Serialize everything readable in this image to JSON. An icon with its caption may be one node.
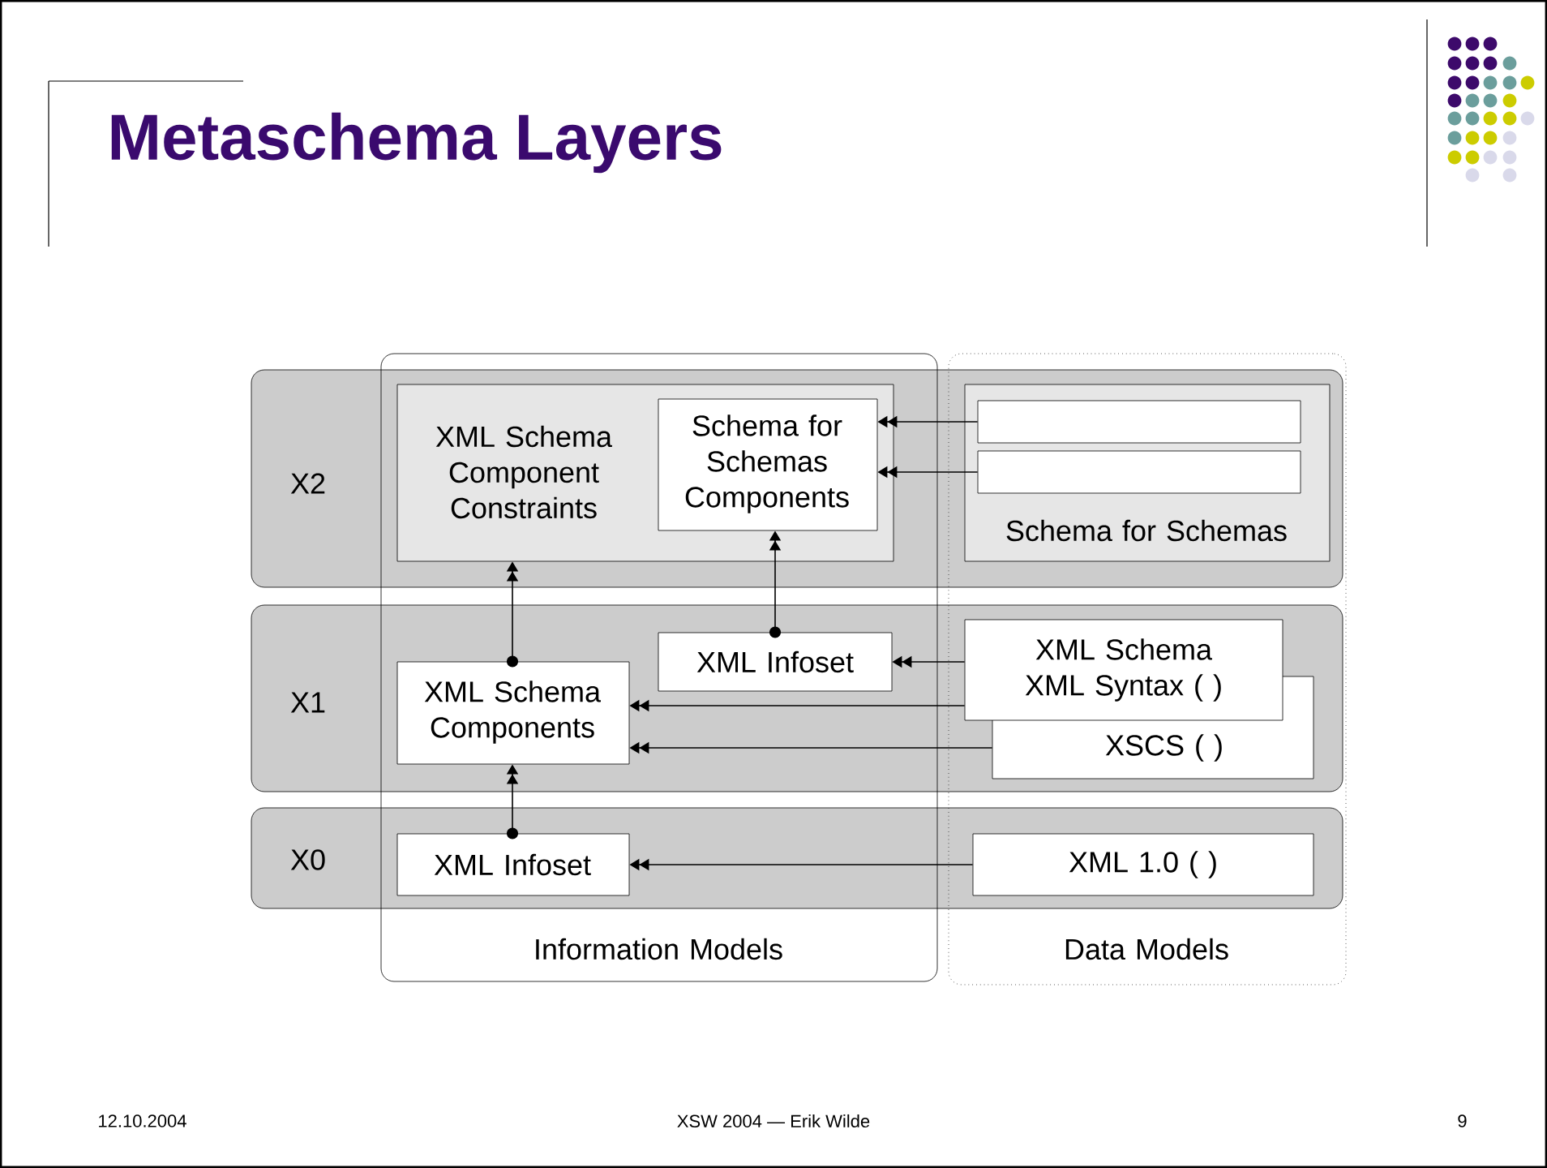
{
  "diagram": {
    "title": "Metaschema Layers",
    "nodes": [
      {
        "text": [
          "Information Models"
        ]
      },
      {
        "text": [
          "XML Schema Component Constraints"
        ],
        "in": 0
      },
      {
        "text": [
          "Schema for Schemas Components"
        ],
        "in": 1
      },
      {
        "text": [
          "XML Infoset"
        ],
        "in": 0
      },
      {
        "text": [
          "XML Schema Components"
        ],
        "in": 0
      },
      {
        "text": [
          "XML Infoset"
        ],
        "in": 0
      },
      {
        "text": [
          "Data Models"
        ]
      },
      {
        "text": [
          "Schema for Schemas"
        ],
        "in": 6
      },
      {
        "text": [],
        "shape": "box",
        "in": 7
      },
      {
        "text": [],
        "shape": "box",
        "in": 7
      },
      {
        "text": [
          "XML Schema XML Syntax ( )"
        ],
        "in": 6
      },
      {
        "text": [
          "XSCS ( )"
        ],
        "in": 6
      },
      {
        "text": [
          "XML 1.0 ( )"
        ],
        "in": 6
      }
    ],
    "edges": [
      {
        "from": 5,
        "to": 4,
        "arrow": "to"
      },
      {
        "from": 4,
        "to": 1,
        "arrow": "to"
      },
      {
        "from": 3,
        "to": 2,
        "arrow": "to"
      },
      {
        "from": 8,
        "to": 2,
        "arrow": "to"
      },
      {
        "from": 9,
        "to": 2,
        "arrow": "to"
      },
      {
        "from": 10,
        "to": 3,
        "arrow": "to"
      },
      {
        "from": 10,
        "to": 4,
        "arrow": "to"
      },
      {
        "from": 11,
        "to": 4,
        "arrow": "to"
      },
      {
        "from": 12,
        "to": 5,
        "arrow": "to"
      }
    ],
    "labels": [
      "X2",
      "X1",
      "X0",
      "12.10.2004",
      "XSW 2004 — Erik Wilde",
      "9"
    ]
  }
}
